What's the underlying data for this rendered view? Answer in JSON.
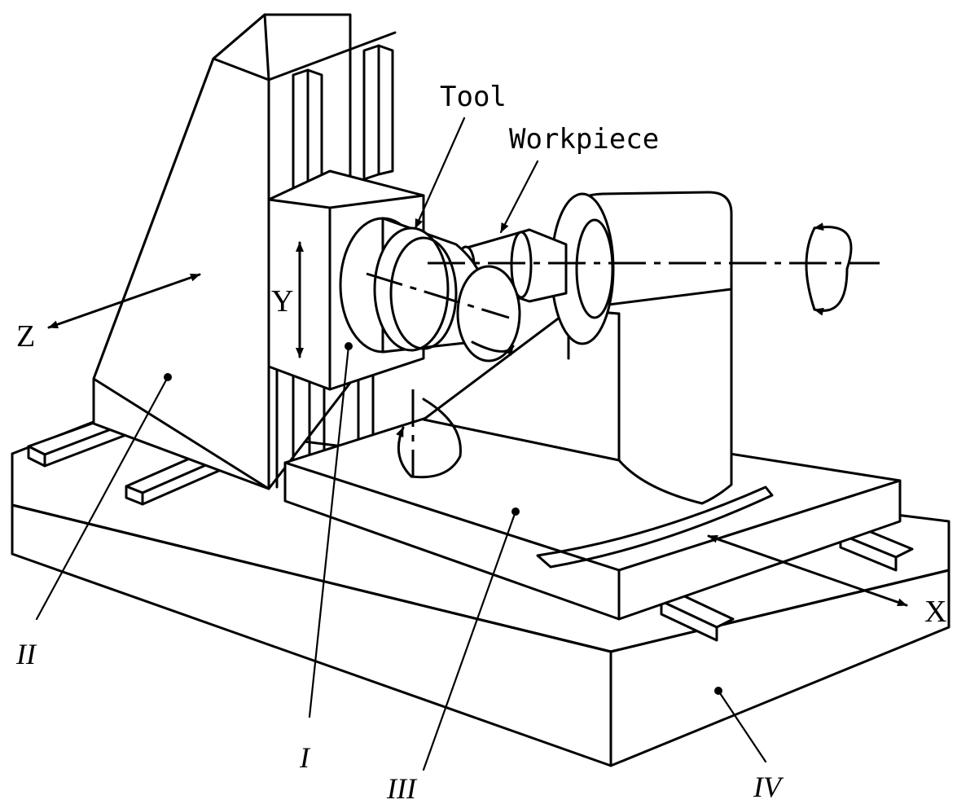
{
  "labels": {
    "tool": "Tool",
    "workpiece": "Workpiece",
    "axis_x": "X",
    "axis_y": "Y",
    "axis_z": "Z",
    "part_1": "I",
    "part_2": "II",
    "part_3": "III",
    "part_4": "IV"
  },
  "colors": {
    "line": "#000000",
    "background": "#ffffff"
  }
}
